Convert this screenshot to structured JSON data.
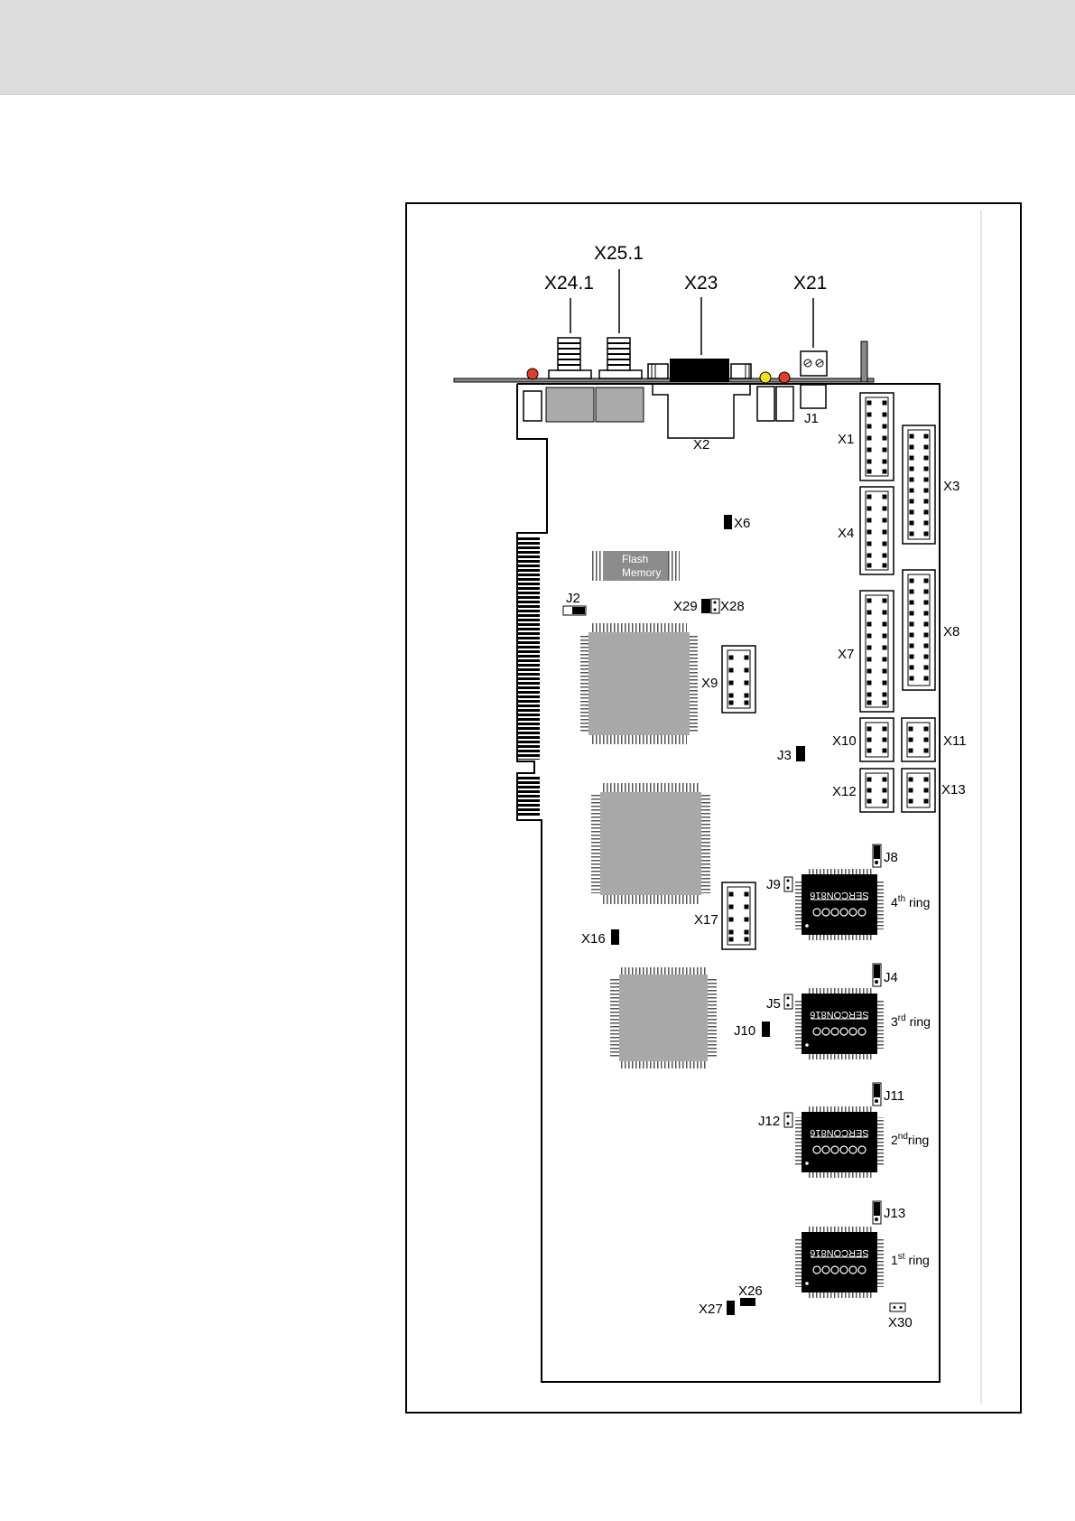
{
  "header": {
    "background_color": "#dcdcdc"
  },
  "colors": {
    "board_outline": "#000000",
    "chip_grey": "#a8a8a8",
    "led_red": "#e53b2b",
    "led_yellow": "#f0e020",
    "sercon_black": "#000000"
  },
  "labels": {
    "x24_1": "X24.1",
    "x25_1": "X25.1",
    "x23": "X23",
    "x21": "X21",
    "j1": "J1",
    "x2": "X2",
    "x1": "X1",
    "x3": "X3",
    "x4": "X4",
    "x6": "X6",
    "x7": "X7",
    "x8": "X8",
    "x9": "X9",
    "x10": "X10",
    "x11": "X11",
    "x12": "X12",
    "x13": "X13",
    "x16": "X16",
    "x17": "X17",
    "x26": "X26",
    "x27": "X27",
    "x28": "X28",
    "x29": "X29",
    "x30": "X30",
    "j2": "J2",
    "j3": "J3",
    "j4": "J4",
    "j5": "J5",
    "j8": "J8",
    "j9": "J9",
    "j10": "J10",
    "j11": "J11",
    "j12": "J12",
    "j13": "J13"
  },
  "flash": {
    "line1": "Flash",
    "line2": "Memory"
  },
  "sercon": {
    "chip_label": "SERCON816",
    "rings": [
      {
        "num": "4",
        "sup": "th",
        "word": " ring"
      },
      {
        "num": "3",
        "sup": "rd",
        "word": " ring"
      },
      {
        "num": "2",
        "sup": "nd",
        "word": "ring"
      },
      {
        "num": "1",
        "sup": "st",
        "word": " ring"
      }
    ]
  }
}
